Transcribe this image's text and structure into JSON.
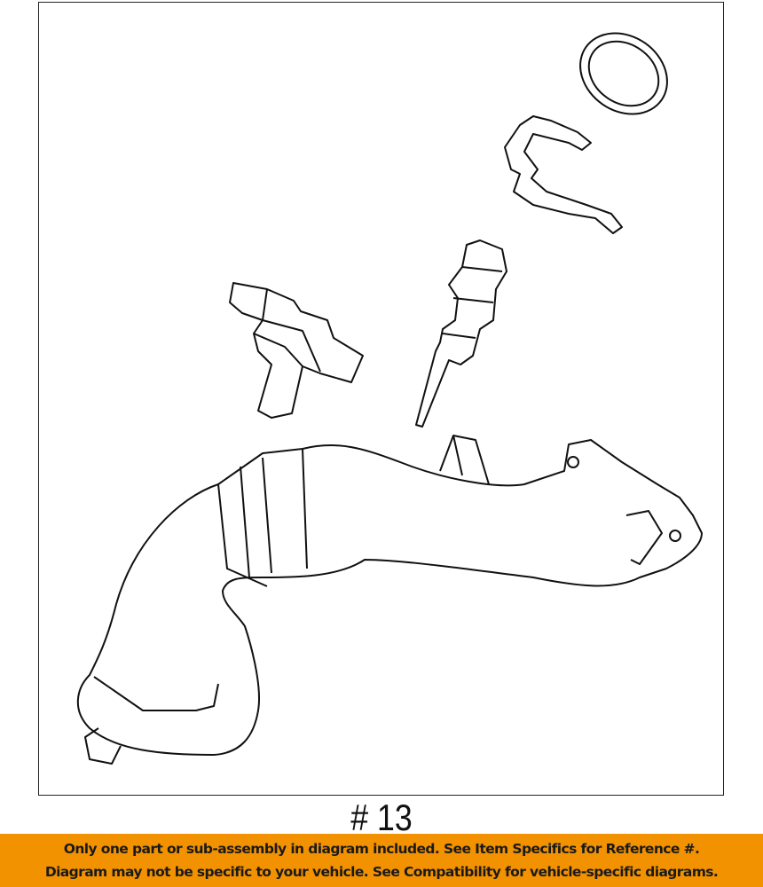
{
  "diagram": {
    "reference_label": "# 13",
    "parts": [
      "retaining-ring",
      "clip",
      "temperature-sensor",
      "pressure-sensor",
      "egr-tube"
    ]
  },
  "banner": {
    "line1": "Only one part or sub-assembly in diagram included. See Item Specifics for Reference #.",
    "line2": "Diagram may not be specific to your vehicle. See Compatibility for vehicle-specific diagrams.",
    "color": "#f39200"
  }
}
